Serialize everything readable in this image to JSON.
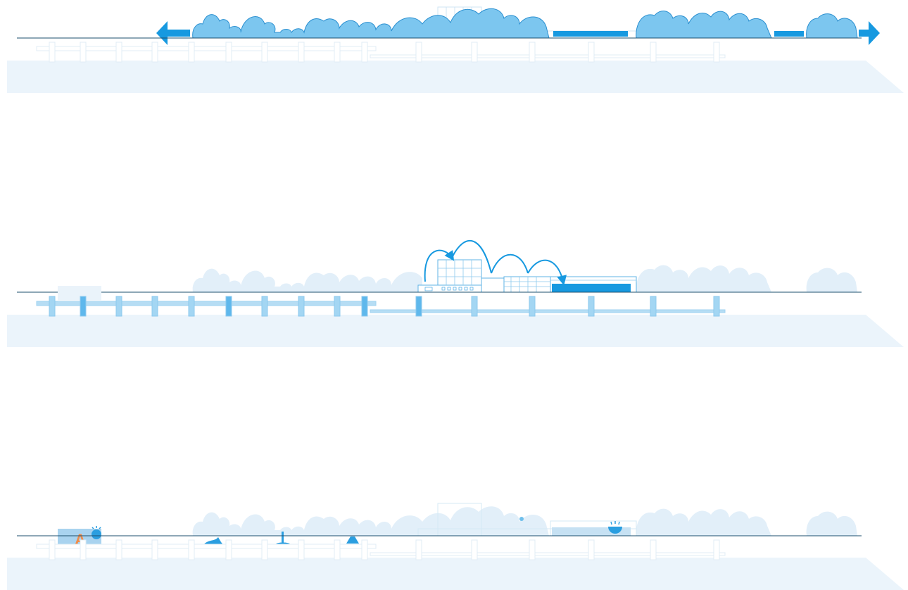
{
  "colors": {
    "ground": "#ebf4fb",
    "ground_line": "#1c4f6e",
    "tree_strong": "#7cc6ef",
    "tree_stroke": "#2a8fd0",
    "tree_faint": "#d9ecf8",
    "accent": "#1799e0",
    "building_faint": "#d4e8f5",
    "pier_faint": "#e2eef7",
    "pier_mid": "#9fd2f0",
    "highlight_a": "#f08c4a",
    "a_box": "#a9d3ef"
  },
  "panels": [
    {
      "id": "trees",
      "emphasis": "vegetation",
      "arrows": [
        "left-arrow",
        "right-arrow"
      ]
    },
    {
      "id": "buildings",
      "emphasis": "architecture",
      "arrows": [
        "arc-arrows"
      ]
    },
    {
      "id": "objects",
      "emphasis": "site-elements",
      "marker_label": "A"
    }
  ],
  "marker_label": "A"
}
